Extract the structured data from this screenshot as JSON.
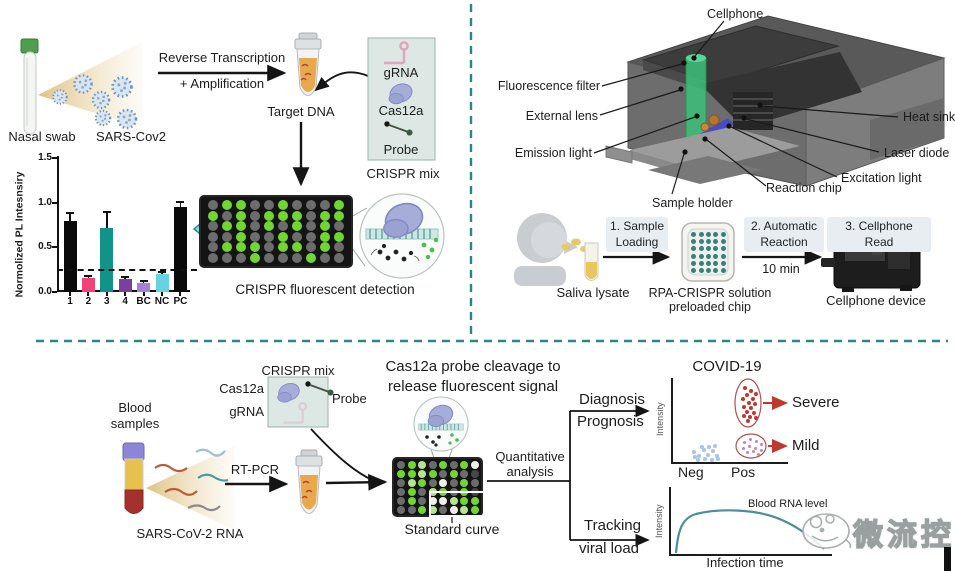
{
  "top_left": {
    "nasal_swab": "Nasal swab",
    "sars_cov2": "SARS-Cov2",
    "reaction_line1": "Reverse Transcription",
    "reaction_line2": "+ Amplification",
    "target_dna": "Target DNA",
    "grna": "gRNA",
    "cas12a": "Cas12a",
    "probe": "Probe",
    "crispr_mix": "CRISPR mix",
    "detection_caption": "CRISPR fluorescent detection",
    "plate_pattern": [
      "xggxxgxxxg",
      "gxgxgggxgg",
      "xggxgxgxgx",
      "xxgxxgxxgg",
      "xgggxggxgx",
      "xxxgxxxgxx"
    ]
  },
  "chart_data": [
    {
      "type": "bar",
      "ylabel": "Normolized PL Intesnsiry",
      "categories": [
        "1",
        "2",
        "3",
        "4",
        "BC",
        "NC",
        "PC"
      ],
      "values": [
        0.79,
        0.16,
        0.72,
        0.15,
        0.1,
        0.2,
        0.95
      ],
      "errors": [
        0.09,
        0.02,
        0.18,
        0.02,
        0.02,
        0.02,
        0.06
      ],
      "colors": [
        "#0a0a0a",
        "#f0437a",
        "#12938a",
        "#7b3fa0",
        "#a77fd4",
        "#67d3e0",
        "#0a0a0a"
      ],
      "yticks": [
        "0.0",
        "0.5",
        "1.0",
        "1.5"
      ],
      "ylim": [
        0,
        1.5
      ],
      "threshold": 0.25,
      "grid": false
    },
    {
      "type": "scatter",
      "title": "COVID-19",
      "ylabel": "Intensity",
      "xticklabels": [
        "Neg",
        "Pos"
      ],
      "annotations": [
        "Severe",
        "Mild"
      ],
      "series": [
        {
          "name": "Neg",
          "color": "#a9c6e8",
          "points": [
            [
              4,
              6
            ],
            [
              9,
              10
            ],
            [
              14,
              4
            ],
            [
              18,
              9
            ],
            [
              23,
              5
            ],
            [
              27,
              10
            ],
            [
              8,
              14
            ],
            [
              15,
              13
            ],
            [
              22,
              14
            ],
            [
              28,
              13
            ],
            [
              12,
              1
            ],
            [
              19,
              1
            ],
            [
              25,
              0
            ],
            [
              5,
              11
            ]
          ]
        },
        {
          "name": "Pos-Severe",
          "color": "#c0392f",
          "points": [
            [
              -5,
              -17
            ],
            [
              1,
              -14
            ],
            [
              6,
              -11
            ],
            [
              -3,
              -10
            ],
            [
              -7,
              -6
            ],
            [
              3,
              -6
            ],
            [
              -1,
              -2
            ],
            [
              5,
              -1
            ],
            [
              -6,
              2
            ],
            [
              1,
              3
            ],
            [
              -3,
              7
            ],
            [
              4,
              8
            ],
            [
              -6,
              11
            ],
            [
              0,
              12
            ],
            [
              6,
              13
            ],
            [
              -2,
              16
            ]
          ]
        },
        {
          "name": "Pos-Mild",
          "color": "#c98a98",
          "points": [
            [
              -8,
              -5
            ],
            [
              -2,
              -8
            ],
            [
              4,
              -6
            ],
            [
              9,
              -3
            ],
            [
              -9,
              1
            ],
            [
              -3,
              -1
            ],
            [
              3,
              1
            ],
            [
              9,
              3
            ],
            [
              -5,
              5
            ],
            [
              1,
              4
            ],
            [
              6,
              7
            ]
          ]
        }
      ]
    },
    {
      "type": "line",
      "ylabel": "Intensity",
      "xlabel": "Infection time",
      "series": [
        {
          "name": "Blood RNA level",
          "color": "#4b8d9b"
        }
      ]
    }
  ],
  "top_right": {
    "labels": {
      "cellphone": "Cellphone",
      "fluorescence_filter": "Fluorescence filter",
      "external_lens": "External lens",
      "emission_light": "Emission light",
      "sample_holder": "Sample holder",
      "heat_sink": "Heat sink",
      "laser_diode": "Laser diode",
      "excitation_light": "Excitation light",
      "reaction_chip": "Reaction chip"
    },
    "workflow": {
      "saliva": "Saliva lysate",
      "step1_line1": "1. Sample",
      "step1_line2": "Loading",
      "chip_caption_line1": "RPA-CRISPR solution",
      "chip_caption_line2": "preloaded chip",
      "step2_line1": "2. Automatic",
      "step2_line2": "Reaction",
      "step2_time": "10 min",
      "step3": "3. Cellphone Read",
      "device_caption": "Cellphone device"
    }
  },
  "bottom": {
    "blood_line1": "Blood",
    "blood_line2": "samples",
    "sars_rna": "SARS-CoV-2 RNA",
    "crispr_mix": "CRISPR mix",
    "cas12a": "Cas12a",
    "grna": "gRNA",
    "probe": "Probe",
    "rt_pcr": "RT-PCR",
    "cleavage_line1": "Cas12a probe cleavage to",
    "cleavage_line2": "release fluorescent signal",
    "standard_curve": "Standard curve",
    "quant_line1": "Quantitative",
    "quant_line2": "analysis",
    "diagnosis": "Diagnosis",
    "prognosis": "Prognosis",
    "tracking_line1": "Tracking",
    "tracking_line2": "viral load",
    "plate_pattern": [
      "xglxgxgw",
      "gglgxgxd",
      "xlgxwxgx",
      "xgxlgxgd",
      "xgxwwlgg",
      "xxglxwlg"
    ]
  },
  "watermark": {
    "text": "微流控"
  },
  "colors": {
    "divider_teal": "#2c8391",
    "plate_green": "#72d632",
    "block_arrow_teal": "#93d8d3",
    "cas12a_lavender": "#a6add8",
    "curve_teal": "#4b8d9b",
    "severe_red": "#c0392f",
    "mild_pink": "#c98a98",
    "neg_blue": "#a9c6e8"
  }
}
